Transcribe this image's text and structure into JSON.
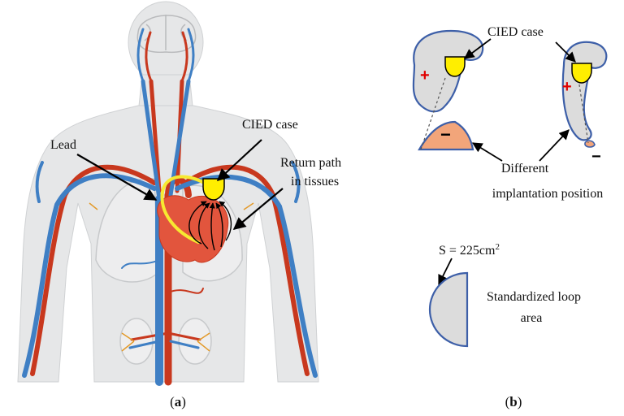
{
  "panel_a": {
    "labels": {
      "lead": "Lead",
      "cied_case": "CIED case",
      "return_path_line1": "Return path",
      "return_path_line2": "in tissues"
    },
    "caption_paren_open": "(",
    "caption_letter": "a",
    "caption_paren_close": ")"
  },
  "panel_b": {
    "labels": {
      "cied_case": "CIED case",
      "plus_left": "+",
      "minus_left": "−",
      "plus_right": "+",
      "minus_right": "−",
      "different_line1": "Different",
      "different_line2": "implantation position",
      "area_prefix": "S = 225cm",
      "area_exponent": "2",
      "standardized_line1": "Standardized loop",
      "standardized_line2": "area"
    },
    "caption_paren_open": "(",
    "caption_letter": "b",
    "caption_paren_close": ")"
  },
  "colors": {
    "artery": "#c8381e",
    "vein": "#3f7fc4",
    "body_fill": "#e6e7e8",
    "heart": "#e2553d",
    "device": "#ffee00",
    "loop_fill": "#dcdcdc",
    "loop_outline": "#3d5fa8",
    "negative_fill": "#f2a57a",
    "plus_sign": "#e00000"
  }
}
